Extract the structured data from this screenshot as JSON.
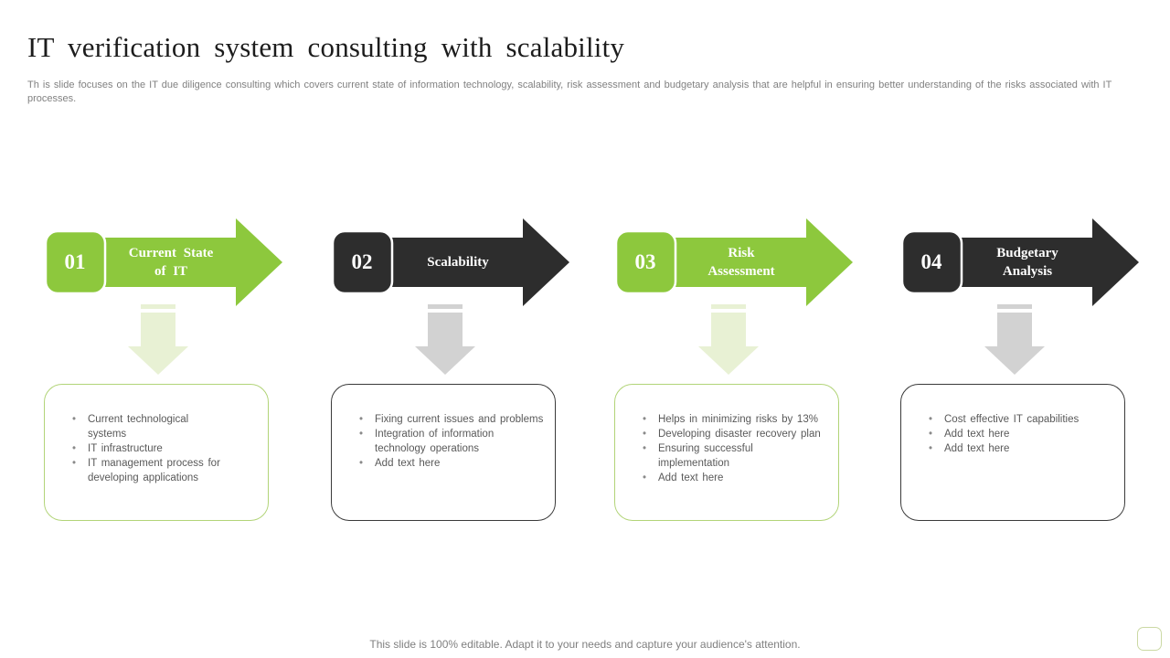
{
  "slide": {
    "title": "IT verification system consulting with scalability",
    "description": "Th is slide focuses on the IT  due diligence consulting which covers current state of information technology, scalability, risk assessment and budgetary analysis that are helpful in ensuring better understanding of the risks associated with IT  processes.",
    "footer": "This slide is 100% editable. Adapt it to your needs and capture your audience's attention."
  },
  "colors": {
    "green": "#8dc83d",
    "dark": "#2d2d2d",
    "pale_green": "#e8f1d4",
    "light_gray": "#d2d2d2",
    "green_border": "#b2d478",
    "dark_border": "#3a3a3a"
  },
  "steps": [
    {
      "number": "01",
      "label": "Current  State\nof  IT",
      "theme": "green",
      "bullets": [
        "Current  technological\nsystems",
        "IT  infrastructure",
        "IT  management  process  for\ndeveloping  applications"
      ]
    },
    {
      "number": "02",
      "label": "Scalability",
      "theme": "dark",
      "bullets": [
        "Fixing current issues and problems",
        "Integration  of information\ntechnology  operations",
        "Add text here"
      ]
    },
    {
      "number": "03",
      "label": "Risk\nAssessment",
      "theme": "green",
      "bullets": [
        "Helps in minimizing risks by 13%",
        "Developing  disaster recovery  plan",
        "Ensuring successful\nimplementation",
        "Add text here"
      ]
    },
    {
      "number": "04",
      "label": "Budgetary\nAnalysis",
      "theme": "dark",
      "bullets": [
        "Cost effective  IT capabilities",
        "Add text here",
        "Add text here"
      ]
    }
  ]
}
